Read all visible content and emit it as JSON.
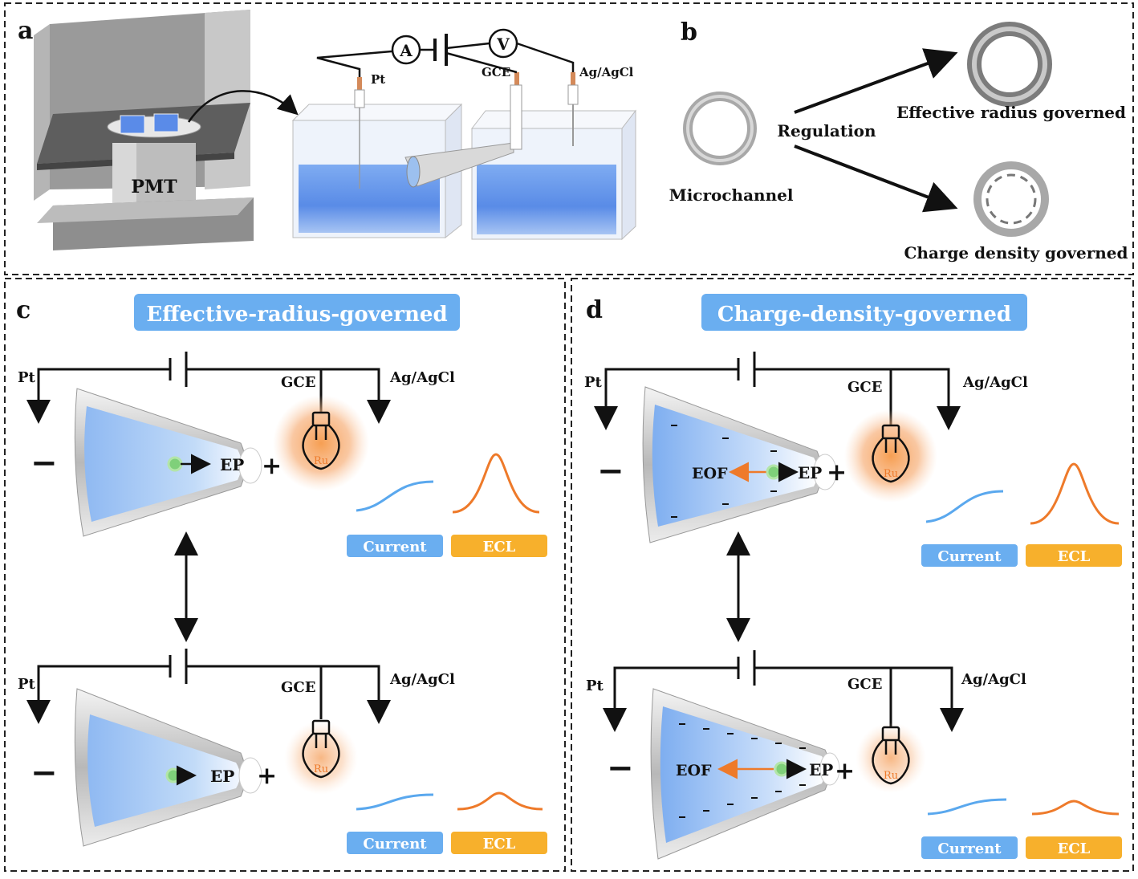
{
  "panels": {
    "a": {
      "letter": "a",
      "pmt_label": "PMT",
      "ammeter": "A",
      "voltmeter": "V",
      "electrodes": {
        "pt": "Pt",
        "gce": "GCE",
        "ref": "Ag/AgCl"
      }
    },
    "b": {
      "letter": "b",
      "microchannel": "Microchannel",
      "regulation": "Regulation",
      "outcome_top": "Effective radius governed",
      "outcome_bottom": "Charge density governed"
    },
    "c": {
      "letter": "c",
      "title": "Effective-radius-governed",
      "top": {
        "pt": "Pt",
        "gce": "GCE",
        "ref": "Ag/AgCl",
        "minus": "−",
        "plus": "+",
        "ep": "EP",
        "ru": "Ru",
        "current": "Current",
        "ecl": "ECL"
      },
      "bottom": {
        "pt": "Pt",
        "gce": "GCE",
        "ref": "Ag/AgCl",
        "minus": "−",
        "plus": "+",
        "ep": "EP",
        "ru": "Ru",
        "current": "Current",
        "ecl": "ECL"
      }
    },
    "d": {
      "letter": "d",
      "title": "Charge-density-governed",
      "top": {
        "pt": "Pt",
        "gce": "GCE",
        "ref": "Ag/AgCl",
        "minus": "−",
        "plus": "+",
        "ep": "EP",
        "eof": "EOF",
        "ru": "Ru",
        "current": "Current",
        "ecl": "ECL"
      },
      "bottom": {
        "pt": "Pt",
        "gce": "GCE",
        "ref": "Ag/AgCl",
        "minus": "−",
        "plus": "+",
        "ep": "EP",
        "eof": "EOF",
        "ru": "Ru",
        "current": "Current",
        "ecl": "ECL"
      }
    }
  },
  "colors": {
    "pill_blue": "#6aaef0",
    "pill_orange": "#f7b02c",
    "current_curve": "#5aa8ee",
    "ecl_curve": "#ee7a2a",
    "eof_text": "#ee7a2a",
    "glow": "#f7a35c",
    "liquid": "#4f86e8"
  }
}
